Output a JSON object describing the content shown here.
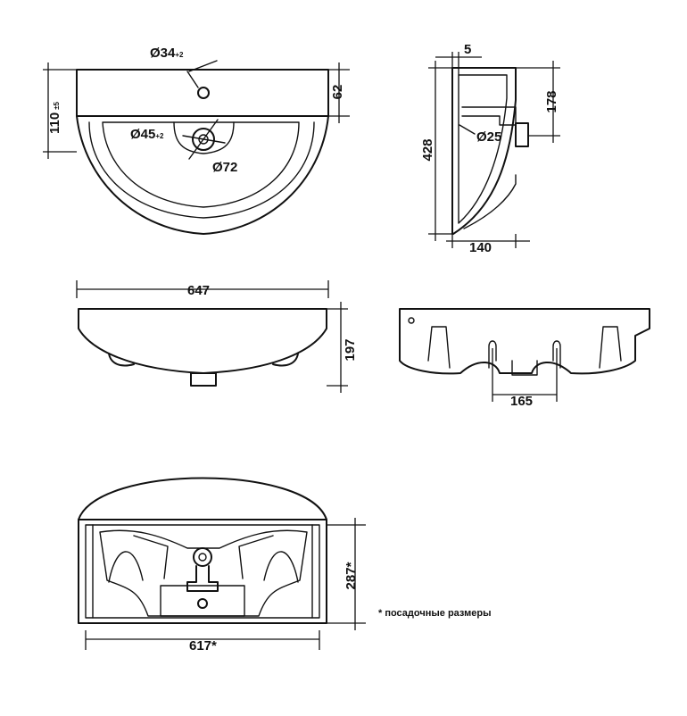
{
  "dimensions": {
    "hole_tap": "Ø34",
    "hole_tap_tol": "+2",
    "hole_drain": "Ø45",
    "hole_drain_tol": "+2",
    "drain_ring": "Ø72",
    "back_height": "62",
    "tap_offset": "110",
    "tap_offset_tol": "±5",
    "wall_offset": "5",
    "overflow_height": "178",
    "total_depth": "428",
    "overflow_hole": "Ø25",
    "side_depth": "140",
    "total_width": "647",
    "total_height": "197",
    "drain_spacing": "165",
    "mount_height": "287*",
    "mount_width": "617*"
  },
  "notes": {
    "mounting_note": "* посадочные размеры"
  }
}
